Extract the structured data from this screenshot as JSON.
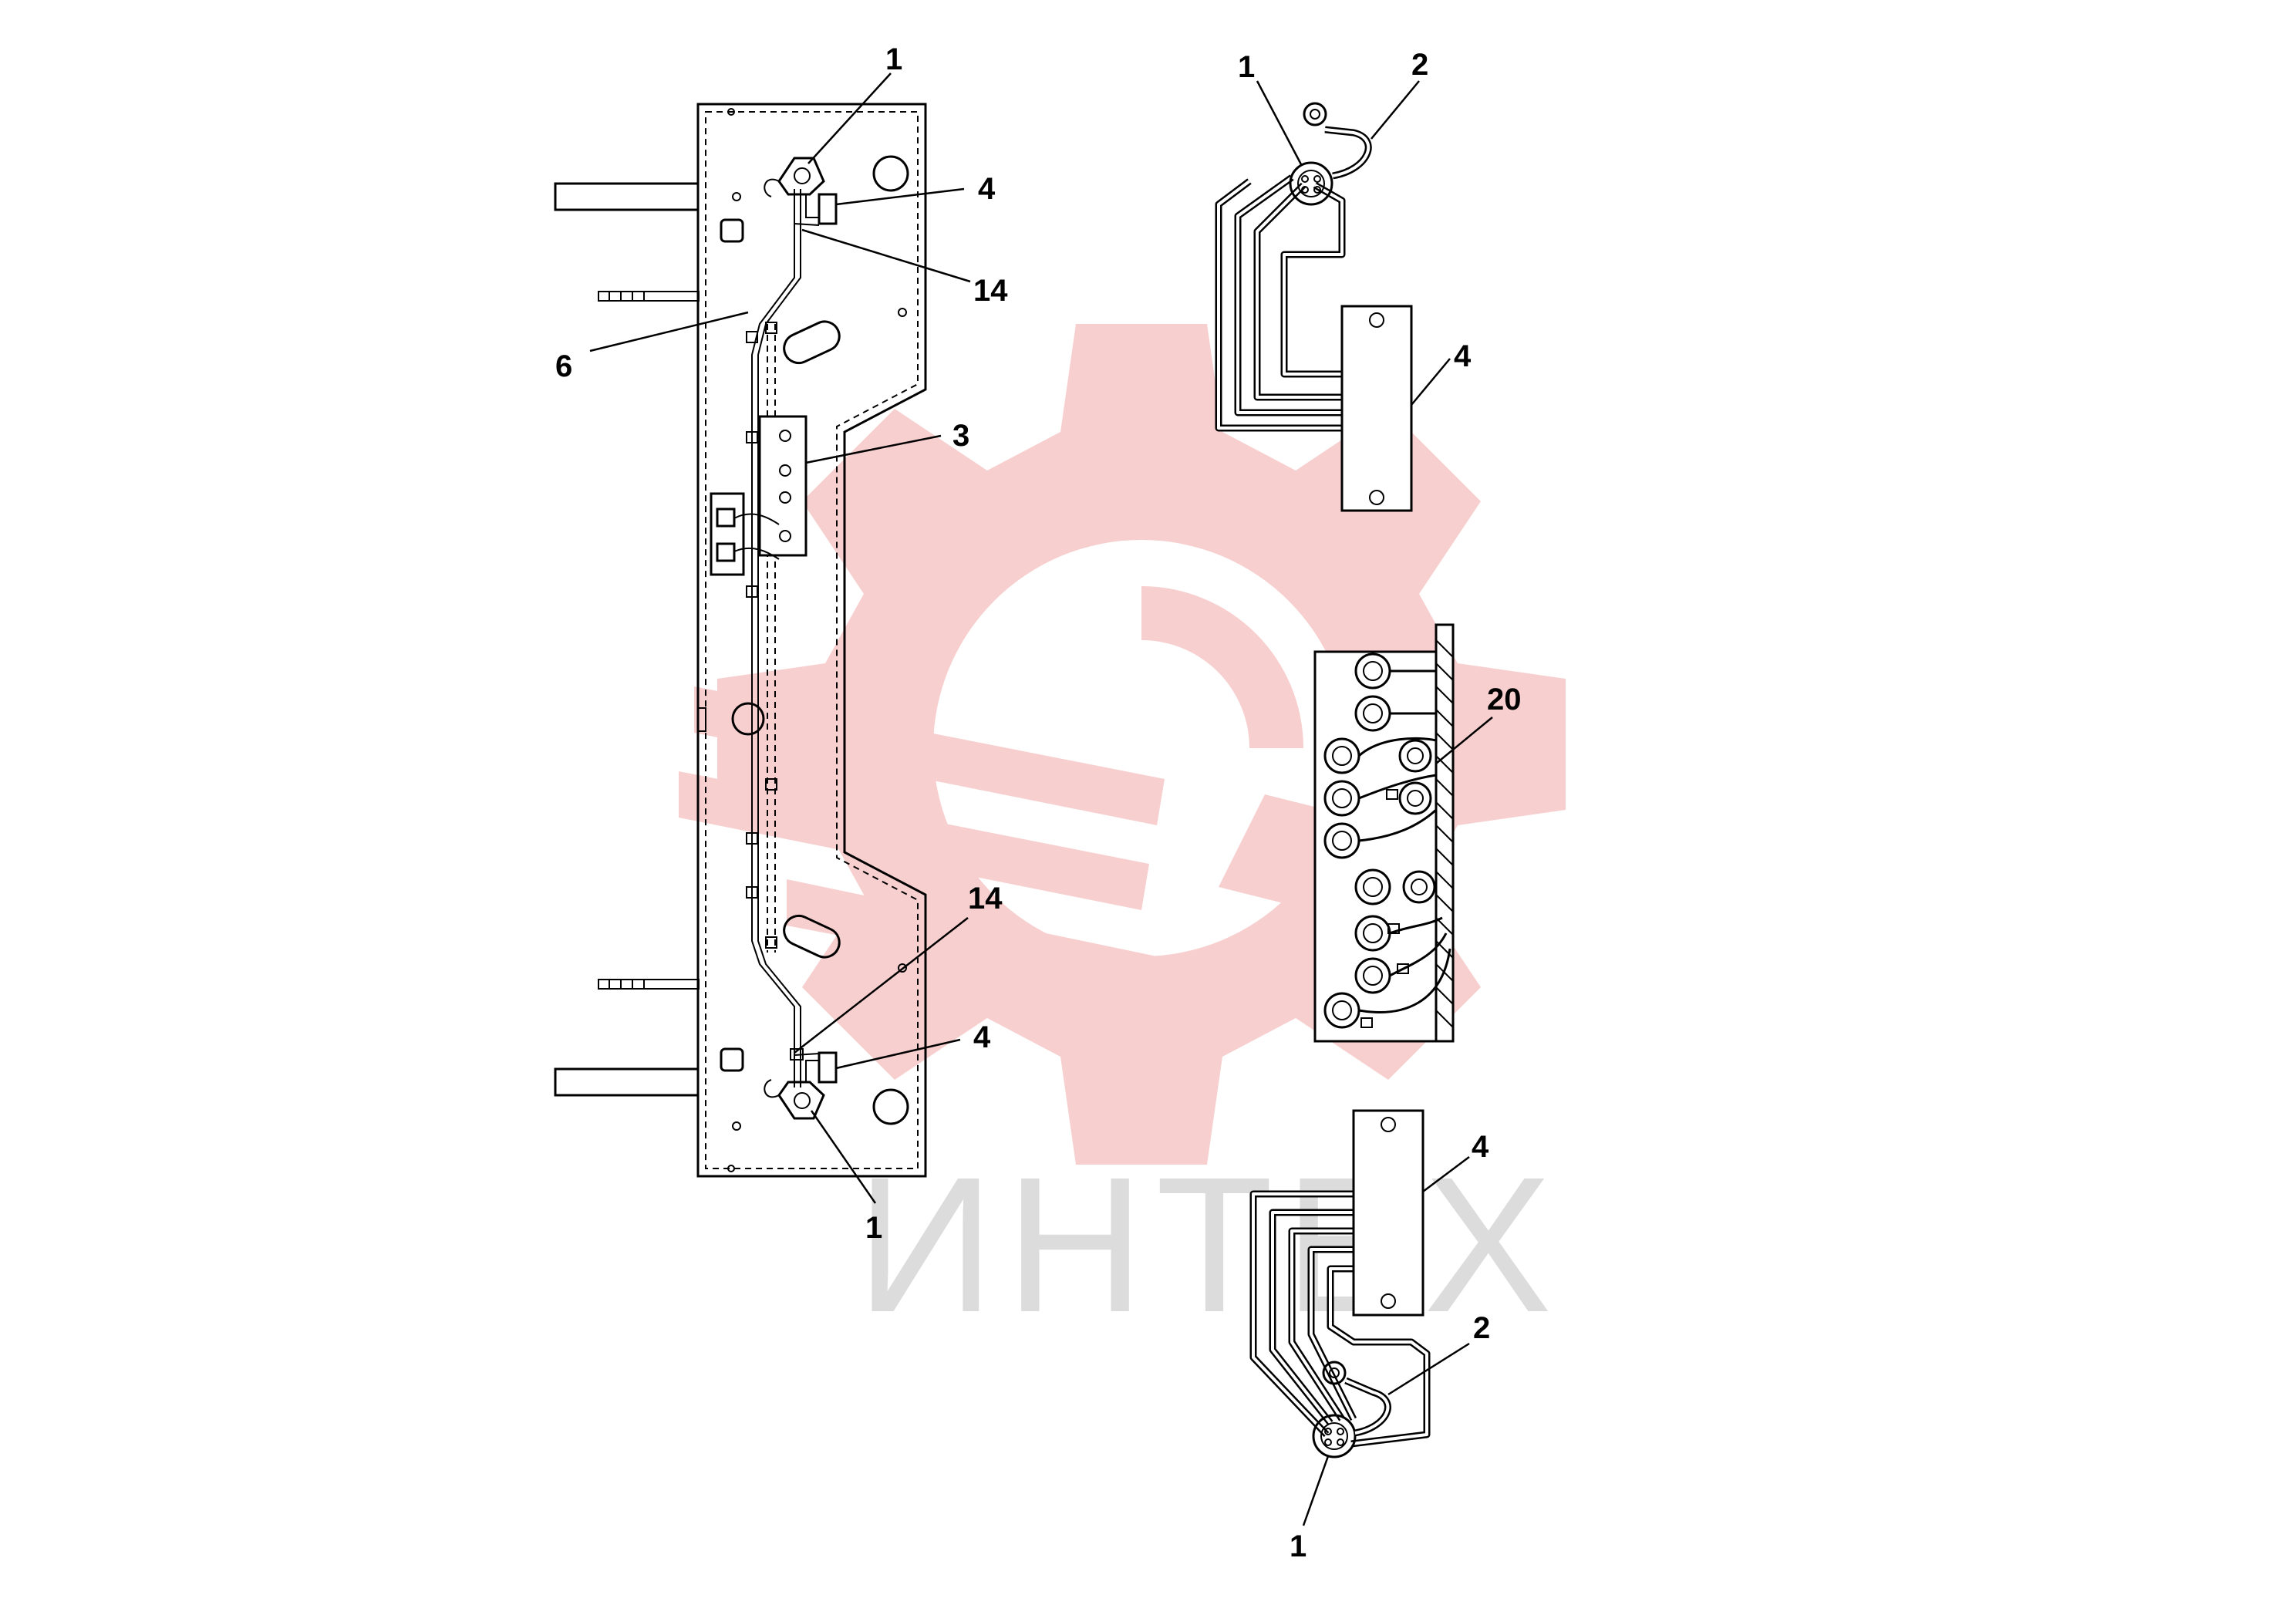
{
  "watermark": {
    "text": "ИНТЕХ",
    "gear_color": "#f7c7c7",
    "text_color": "#dcdcdc"
  },
  "callouts": {
    "main_top_1": "1",
    "main_top_4": "4",
    "main_top_14": "14",
    "main_6": "6",
    "main_3": "3",
    "main_bottom_14": "14",
    "main_bottom_4": "4",
    "main_bottom_1": "1",
    "detail_top_1": "1",
    "detail_top_2": "2",
    "detail_top_4": "4",
    "detail_mid_20": "20",
    "detail_bottom_4": "4",
    "detail_bottom_2": "2",
    "detail_bottom_1": "1"
  }
}
